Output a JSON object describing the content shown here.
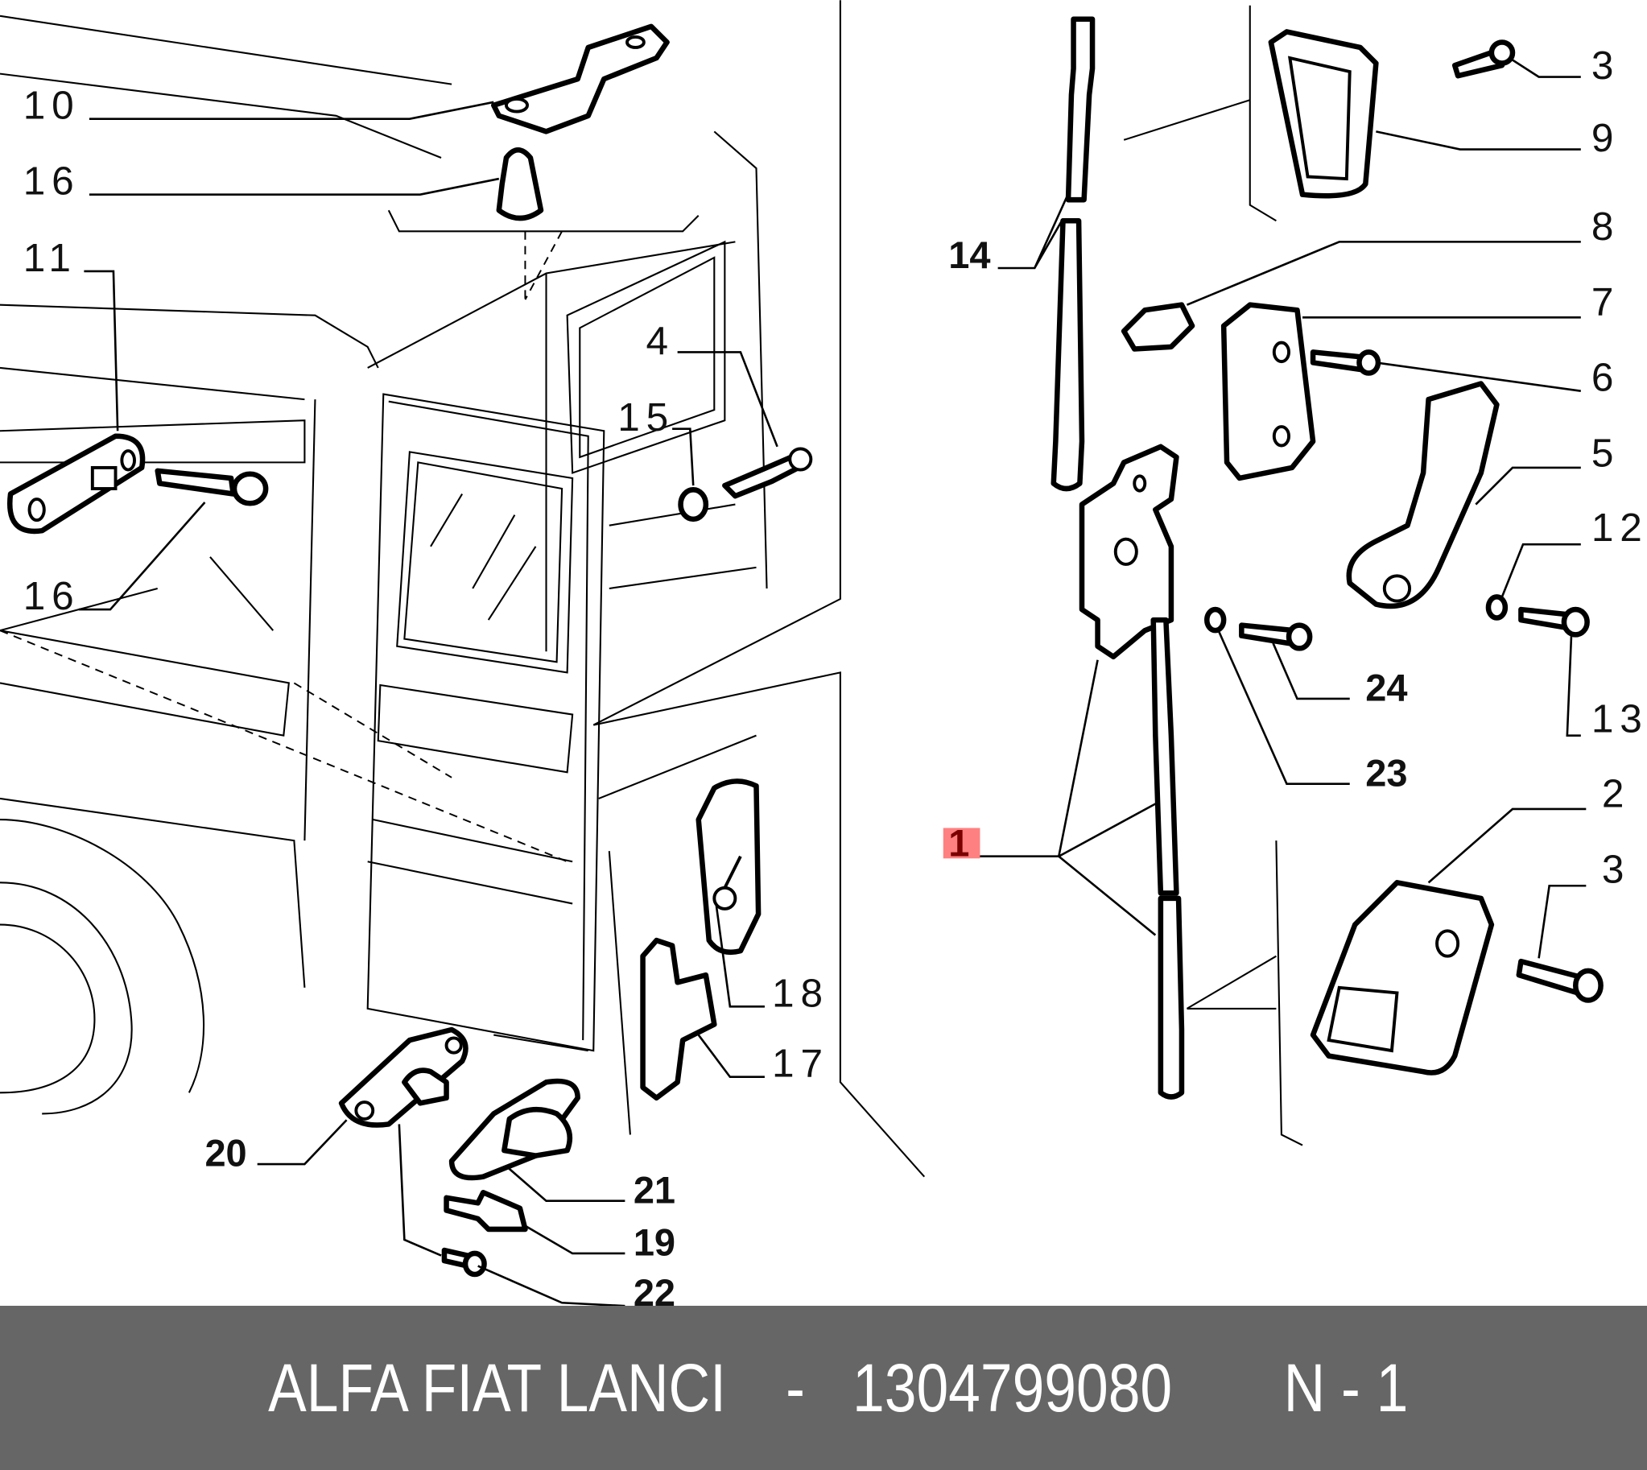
{
  "diagram": {
    "callouts": {
      "c10": "10",
      "c16a": "16",
      "c11": "11",
      "c16b": "16",
      "c4": "4",
      "c15": "15",
      "c14": "14",
      "c3a": "3",
      "c9": "9",
      "c8": "8",
      "c7": "7",
      "c6": "6",
      "c5": "5",
      "c12": "12",
      "c13": "13",
      "c24": "24",
      "c23": "23",
      "c2": "2",
      "c3b": "3",
      "c1": "1",
      "c18": "18",
      "c17": "17",
      "c20": "20",
      "c21": "21",
      "c19": "19",
      "c22": "22"
    },
    "highlight_color": "#ff8080"
  },
  "footer": {
    "brand": "ALFA FIAT LANCI",
    "separator": "-",
    "part_number": "1304799080",
    "page_ref": "N - 1"
  }
}
